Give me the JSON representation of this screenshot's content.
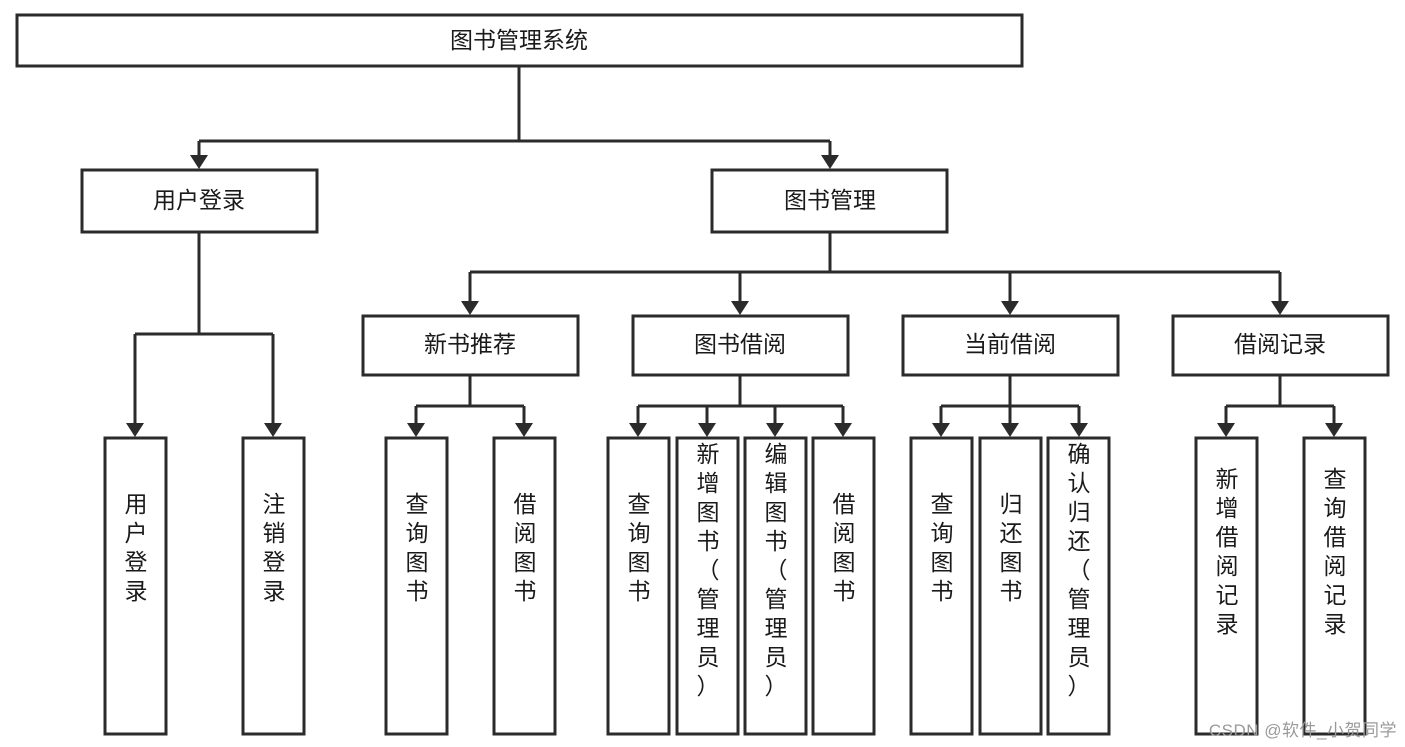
{
  "diagram": {
    "type": "tree-hierarchy-chart",
    "title": "图书管理系统",
    "colors": {
      "box_stroke": "#2b2b2b",
      "box_fill": "#ffffff",
      "text": "#1a1a1a",
      "background": "#ffffff",
      "watermark": "#9a9a9a"
    },
    "root": {
      "label": "图书管理系统",
      "orientation": "horizontal"
    },
    "level2": [
      {
        "label": "用户登录",
        "orientation": "horizontal"
      },
      {
        "label": "图书管理",
        "orientation": "horizontal"
      }
    ],
    "level3": [
      {
        "label": "新书推荐",
        "orientation": "horizontal"
      },
      {
        "label": "图书借阅",
        "orientation": "horizontal"
      },
      {
        "label": "当前借阅",
        "orientation": "horizontal"
      },
      {
        "label": "借阅记录",
        "orientation": "horizontal"
      }
    ],
    "leaves": {
      "user_login": [
        {
          "label": "用户登录",
          "orientation": "vertical"
        },
        {
          "label": "注销登录",
          "orientation": "vertical"
        }
      ],
      "new_book_recommend": [
        {
          "label": "查询图书",
          "orientation": "vertical"
        },
        {
          "label": "借阅图书",
          "orientation": "vertical"
        }
      ],
      "book_borrow": [
        {
          "label": "查询图书",
          "orientation": "vertical"
        },
        {
          "label": "新增图书（管理员）",
          "orientation": "vertical"
        },
        {
          "label": "编辑图书（管理员）",
          "orientation": "vertical"
        },
        {
          "label": "借阅图书",
          "orientation": "vertical"
        }
      ],
      "current_borrow": [
        {
          "label": "查询图书",
          "orientation": "vertical"
        },
        {
          "label": "归还图书",
          "orientation": "vertical"
        },
        {
          "label": "确认归还（管理员）",
          "orientation": "vertical"
        }
      ],
      "borrow_record": [
        {
          "label": "新增借阅记录",
          "orientation": "vertical"
        },
        {
          "label": "查询借阅记录",
          "orientation": "vertical"
        }
      ]
    },
    "watermark": "CSDN @软件_小贺同学"
  }
}
